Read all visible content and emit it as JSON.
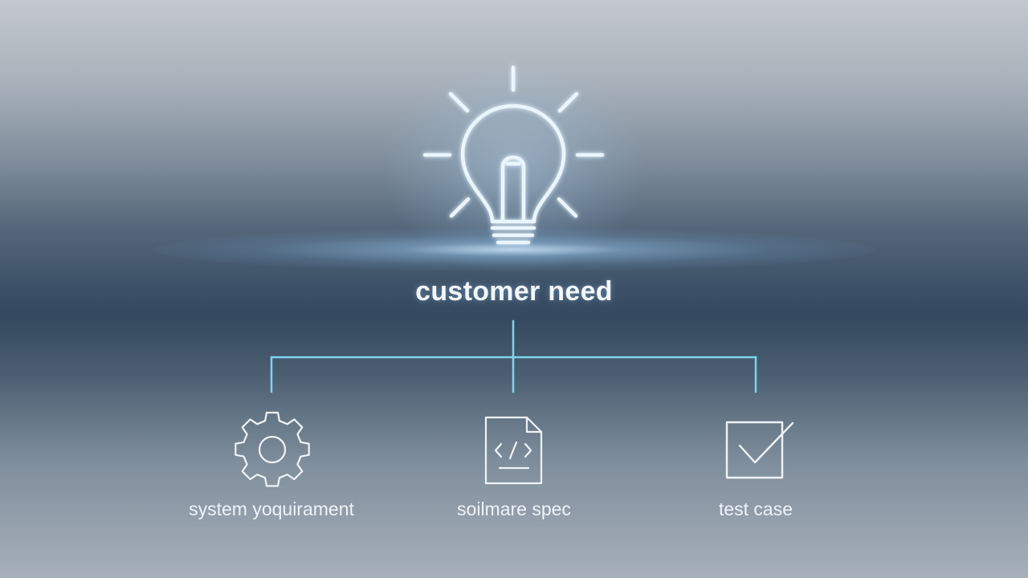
{
  "colors": {
    "connector": "#7fd3ee",
    "icon_stroke": "#eef3f8",
    "bulb_stroke": "#eaf6ff",
    "label_text": "#f2f6fa"
  },
  "root": {
    "label": "customer need",
    "icon": "lightbulb-icon"
  },
  "children": [
    {
      "label": "system yoquirament",
      "icon": "gear-icon"
    },
    {
      "label": "soilmare spec",
      "icon": "code-document-icon"
    },
    {
      "label": "test case",
      "icon": "checkbox-icon"
    }
  ]
}
